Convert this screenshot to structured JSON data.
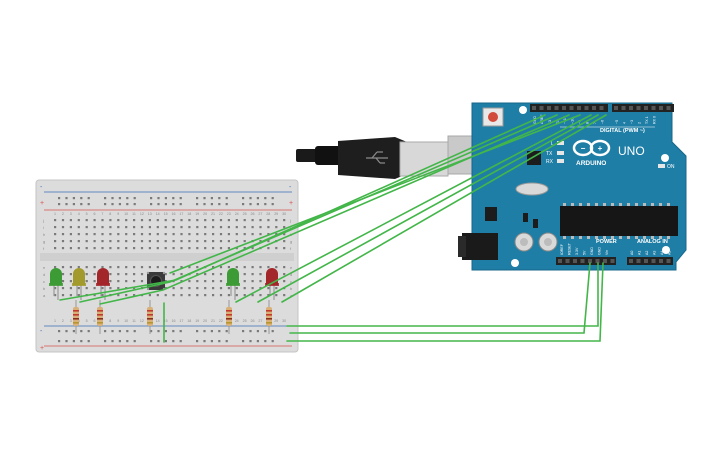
{
  "board": {
    "brand_label": "ARDUINO",
    "model_label": "UNO",
    "digital_label": "DIGITAL (PWM ~)",
    "power_label": "POWER",
    "analog_label": "ANALOG IN",
    "on_label": "ON",
    "l_label": "L",
    "tx_label": "TX",
    "rx_label": "RX",
    "aref_label": "AREF",
    "gnd_label": "GND",
    "power_pins": [
      "IOREF",
      "RESET",
      "3.3V",
      "5V",
      "GND",
      "GND",
      "Vin"
    ],
    "analog_pins": [
      "A0",
      "A1",
      "A2",
      "A3",
      "A4",
      "A5"
    ],
    "digital_pins": [
      "13",
      "12",
      "~11",
      "~10",
      "~9",
      "8",
      "7",
      "~6",
      "~5",
      "4",
      "~3",
      "2",
      "TX 1",
      "RX 0"
    ]
  },
  "breadboard": {
    "rail_plus": "+",
    "rail_minus": "-",
    "row_letters_top": [
      "j",
      "i",
      "h",
      "g",
      "f"
    ],
    "row_letters_bottom": [
      "e",
      "d",
      "c",
      "b",
      "a"
    ],
    "column_numbers": [
      "1",
      "2",
      "3",
      "4",
      "5",
      "6",
      "7",
      "8",
      "9",
      "10",
      "11",
      "12",
      "13",
      "14",
      "15",
      "16",
      "17",
      "18",
      "19",
      "20",
      "21",
      "22",
      "23",
      "24",
      "25",
      "26",
      "27",
      "28",
      "29",
      "30"
    ]
  },
  "leds": [
    {
      "color": "#3c9b34",
      "name": "green"
    },
    {
      "color": "#a29a2c",
      "name": "yellow"
    },
    {
      "color": "#a3262a",
      "name": "red"
    },
    {
      "color": "#3c9b34",
      "name": "green"
    },
    {
      "color": "#a3262a",
      "name": "red"
    }
  ],
  "colors": {
    "wire": "#43b649",
    "board": "#1f7ea6",
    "breadboard": "#dcdcdc",
    "rail_red": "#d9534f",
    "rail_blue": "#3b6fb6"
  }
}
